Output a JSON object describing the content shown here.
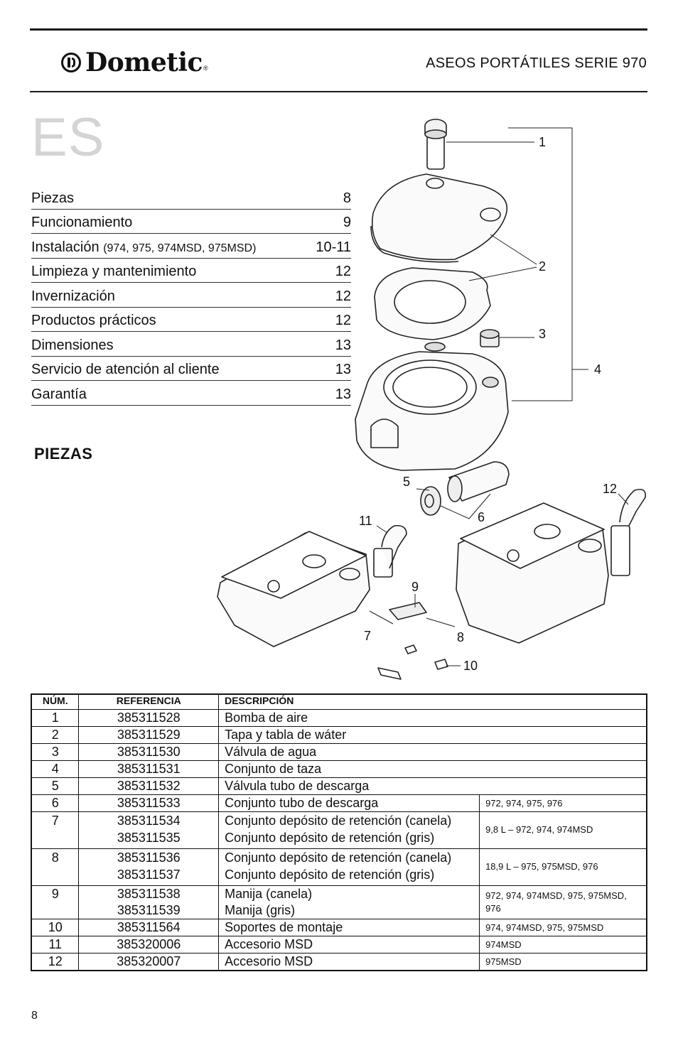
{
  "header": {
    "brand": "Dometic",
    "title": "ASEOS PORTÁTILES SERIE 970"
  },
  "lang_code": "ES",
  "toc": [
    {
      "label": "Piezas",
      "note": "",
      "page": "8"
    },
    {
      "label": "Funcionamiento",
      "note": "",
      "page": "9"
    },
    {
      "label": "Instalación",
      "note": "(974, 975, 974MSD, 975MSD)",
      "page": "10-11"
    },
    {
      "label": "Limpieza y mantenimiento",
      "note": "",
      "page": "12"
    },
    {
      "label": "Invernización",
      "note": "",
      "page": "12"
    },
    {
      "label": "Productos prácticos",
      "note": "",
      "page": "12"
    },
    {
      "label": "Dimensiones",
      "note": "",
      "page": "13"
    },
    {
      "label": "Servicio de atención al cliente",
      "note": "",
      "page": "13"
    },
    {
      "label": "Garantía",
      "note": "",
      "page": "13"
    }
  ],
  "section_title": "PIEZAS",
  "diagram": {
    "callouts": [
      "1",
      "2",
      "3",
      "4",
      "5",
      "6",
      "7",
      "8",
      "9",
      "10",
      "11",
      "12"
    ]
  },
  "table": {
    "headers": {
      "num": "NÚM.",
      "ref": "REFERENCIA",
      "desc": "DESCRIPCIÓN"
    },
    "rows": [
      {
        "num": "1",
        "ref": "385311528",
        "ref2": "",
        "desc": "Bomba de aire",
        "desc2": "",
        "note": ""
      },
      {
        "num": "2",
        "ref": "385311529",
        "ref2": "",
        "desc": "Tapa y tabla de wáter",
        "desc2": "",
        "note": ""
      },
      {
        "num": "3",
        "ref": "385311530",
        "ref2": "",
        "desc": "Válvula de agua",
        "desc2": "",
        "note": ""
      },
      {
        "num": "4",
        "ref": "385311531",
        "ref2": "",
        "desc": "Conjunto de taza",
        "desc2": "",
        "note": ""
      },
      {
        "num": "5",
        "ref": "385311532",
        "ref2": "",
        "desc": "Válvula tubo de descarga",
        "desc2": "",
        "note": ""
      },
      {
        "num": "6",
        "ref": "385311533",
        "ref2": "",
        "desc": "Conjunto tubo de descarga",
        "desc2": "",
        "note": "972, 974, 975, 976"
      },
      {
        "num": "7",
        "ref": "385311534",
        "ref2": "385311535",
        "desc": "Conjunto depósito de retención (canela)",
        "desc2": "Conjunto depósito de retención (gris)",
        "note": "9,8 L – 972, 974, 974MSD"
      },
      {
        "num": "8",
        "ref": "385311536",
        "ref2": "385311537",
        "desc": "Conjunto depósito de retención (canela)",
        "desc2": "Conjunto depósito de retención (gris)",
        "note": "18,9 L – 975, 975MSD, 976"
      },
      {
        "num": "9",
        "ref": "385311538",
        "ref2": "385311539",
        "desc": "Manija (canela)",
        "desc2": "Manija (gris)",
        "note": "972, 974, 974MSD, 975, 975MSD, 976"
      },
      {
        "num": "10",
        "ref": "385311564",
        "ref2": "",
        "desc": "Soportes de montaje",
        "desc2": "",
        "note": "974, 974MSD, 975, 975MSD"
      },
      {
        "num": "11",
        "ref": "385320006",
        "ref2": "",
        "desc": "Accesorio MSD",
        "desc2": "",
        "note": "974MSD"
      },
      {
        "num": "12",
        "ref": "385320007",
        "ref2": "",
        "desc": "Accesorio MSD",
        "desc2": "",
        "note": "975MSD"
      }
    ]
  },
  "page_number": "8"
}
